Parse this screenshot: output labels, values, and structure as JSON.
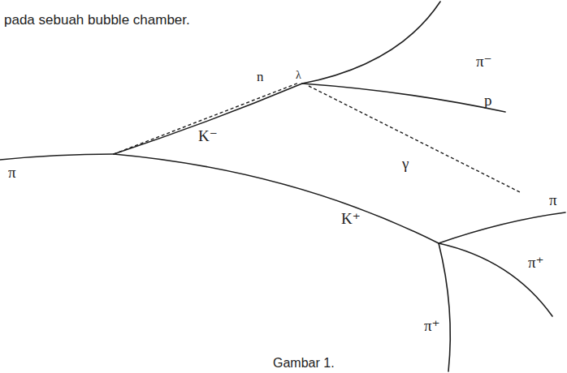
{
  "diagram": {
    "caption": "Gambar 1.",
    "labels": [
      "pada sebuah bubble chamber.",
      "π",
      "n",
      "λ",
      "K⁻",
      "π⁻",
      "p",
      "γ",
      "π",
      "K⁺",
      "π⁺",
      "π⁺"
    ]
  }
}
